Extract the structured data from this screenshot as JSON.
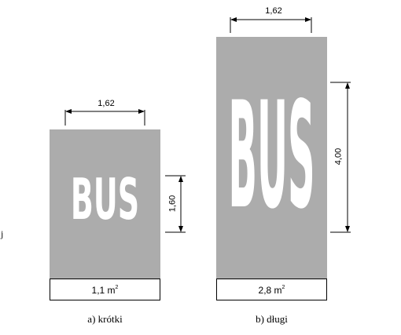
{
  "margin_fragment": "j",
  "marking_a": {
    "word": "BUS",
    "width_label": "1,62",
    "height_label": "1,60",
    "area_value": "1,1 m",
    "area_unit_power": "2",
    "caption": "a) krótki"
  },
  "marking_b": {
    "word": "BUS",
    "width_label": "1,62",
    "height_label": "4,00",
    "area_value": "2,8 m",
    "area_unit_power": "2",
    "caption": "b) długi"
  },
  "colors": {
    "panel_gray": "#acacac",
    "marking_white": "#ffffff"
  }
}
